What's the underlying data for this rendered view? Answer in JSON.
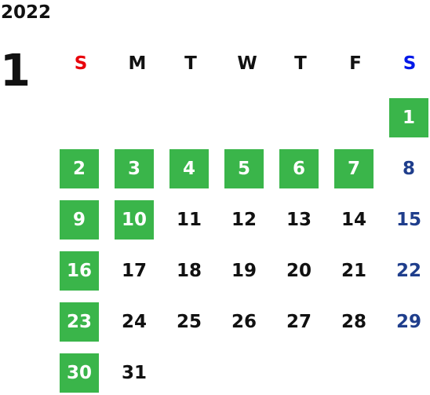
{
  "calendar": {
    "year": "2022",
    "month": "1",
    "weekdays": [
      {
        "label": "S",
        "color": "#e8000b"
      },
      {
        "label": "M",
        "color": "#111111"
      },
      {
        "label": "T",
        "color": "#111111"
      },
      {
        "label": "W",
        "color": "#111111"
      },
      {
        "label": "T",
        "color": "#111111"
      },
      {
        "label": "F",
        "color": "#111111"
      },
      {
        "label": "S",
        "color": "#0018e8"
      }
    ],
    "start_weekday_index": 6,
    "days": [
      {
        "label": "1",
        "highlight": true
      },
      {
        "label": "2",
        "highlight": true
      },
      {
        "label": "3",
        "highlight": true
      },
      {
        "label": "4",
        "highlight": true
      },
      {
        "label": "5",
        "highlight": true
      },
      {
        "label": "6",
        "highlight": true
      },
      {
        "label": "7",
        "highlight": true
      },
      {
        "label": "8",
        "highlight": false
      },
      {
        "label": "9",
        "highlight": true
      },
      {
        "label": "10",
        "highlight": true
      },
      {
        "label": "11",
        "highlight": false
      },
      {
        "label": "12",
        "highlight": false
      },
      {
        "label": "13",
        "highlight": false
      },
      {
        "label": "14",
        "highlight": false
      },
      {
        "label": "15",
        "highlight": false
      },
      {
        "label": "16",
        "highlight": true
      },
      {
        "label": "17",
        "highlight": false
      },
      {
        "label": "18",
        "highlight": false
      },
      {
        "label": "19",
        "highlight": false
      },
      {
        "label": "20",
        "highlight": false
      },
      {
        "label": "21",
        "highlight": false
      },
      {
        "label": "22",
        "highlight": false
      },
      {
        "label": "23",
        "highlight": true
      },
      {
        "label": "24",
        "highlight": false
      },
      {
        "label": "25",
        "highlight": false
      },
      {
        "label": "26",
        "highlight": false
      },
      {
        "label": "27",
        "highlight": false
      },
      {
        "label": "28",
        "highlight": false
      },
      {
        "label": "29",
        "highlight": false
      },
      {
        "label": "30",
        "highlight": true
      },
      {
        "label": "31",
        "highlight": false
      }
    ],
    "colors": {
      "highlight_bg": "#3ab54a",
      "highlight_text": "#ffffff",
      "weekday_text": "#111111",
      "saturday_text": "#1f3e8c"
    }
  }
}
